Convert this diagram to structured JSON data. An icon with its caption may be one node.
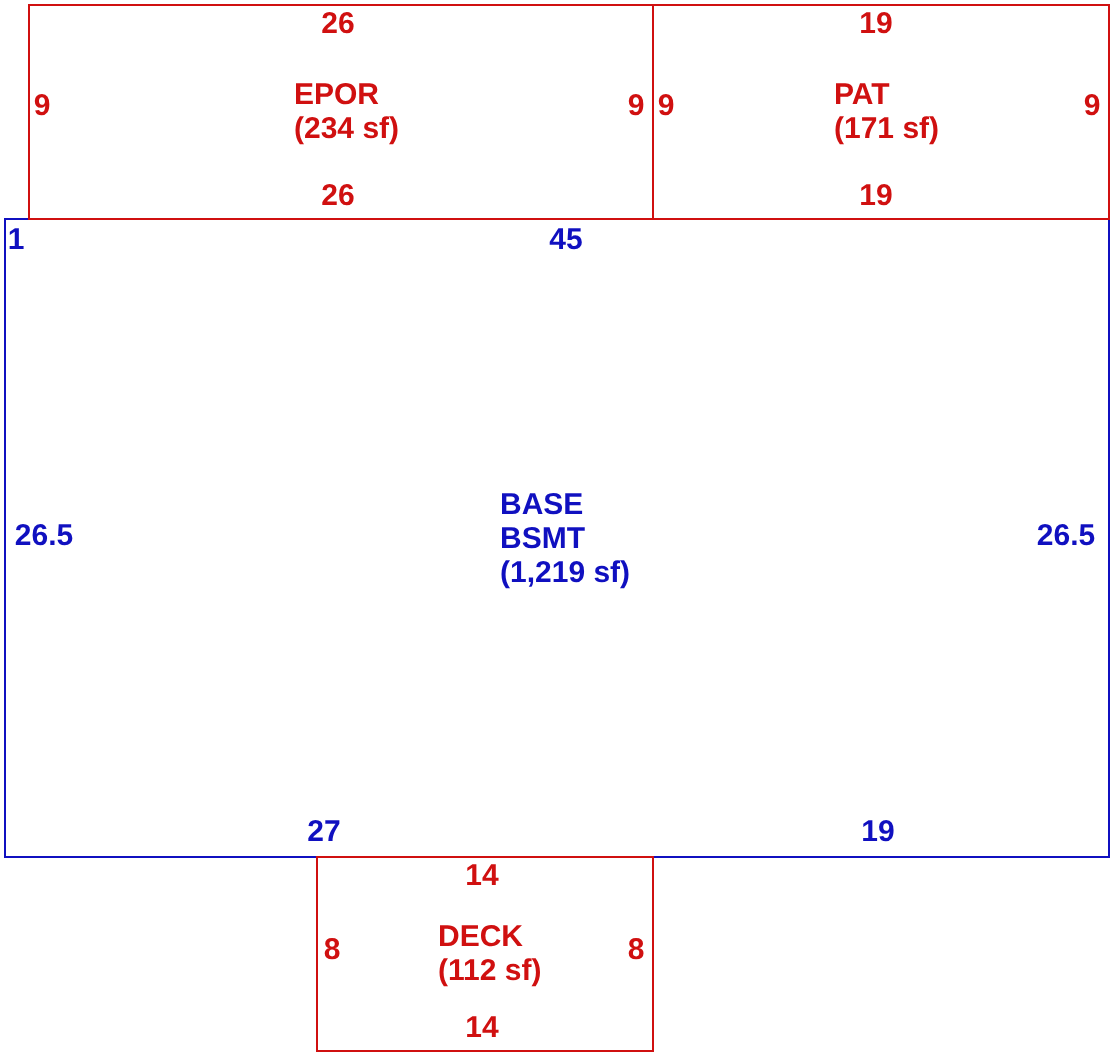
{
  "diagram": {
    "nodes": [
      {
        "text": [
          "EPOR",
          "(234 sf)"
        ]
      },
      {
        "text": [
          "PAT",
          "(171 sf)"
        ]
      },
      {
        "text": [
          "BASE",
          "BSMT",
          "(1,219 sf)"
        ]
      },
      {
        "text": [
          "DECK",
          "(112 sf)"
        ]
      }
    ],
    "edges": [],
    "labels": [
      "26",
      "19",
      "9",
      "9",
      "9",
      "9",
      "26",
      "19",
      "1",
      "45",
      "26.5",
      "26.5",
      "27",
      "19",
      "14",
      "8",
      "8",
      "14"
    ]
  }
}
